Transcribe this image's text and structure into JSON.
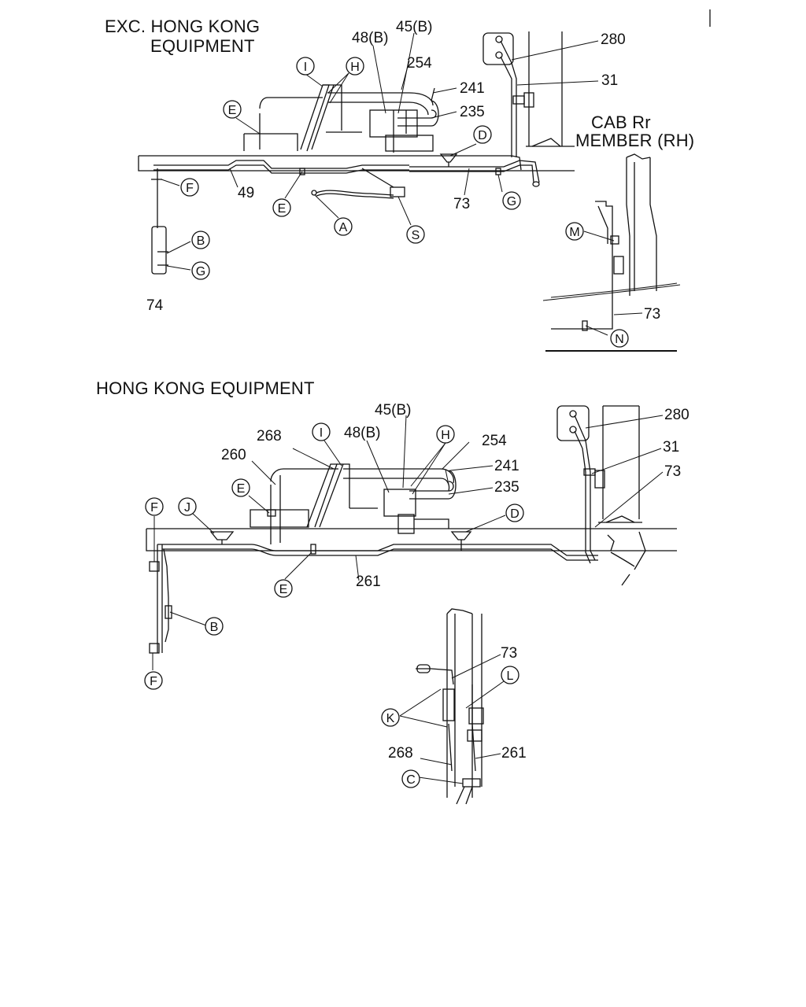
{
  "titles": {
    "exc_line1": "EXC. HONG KONG",
    "exc_line2": "EQUIPMENT",
    "hk": "HONG KONG EQUIPMENT",
    "cab_line1": "CAB Rr",
    "cab_line2": "MEMBER (RH)"
  },
  "top": {
    "numbers": {
      "n48b": "48(B)",
      "n45b": "45(B)",
      "n254": "254",
      "n241": "241",
      "n235": "235",
      "n280": "280",
      "n31": "31",
      "n49": "49",
      "n73": "73",
      "n74": "74",
      "n73b": "73"
    },
    "letters": {
      "I": "I",
      "H": "H",
      "E1": "E",
      "E2": "E",
      "D": "D",
      "F": "F",
      "A": "A",
      "S": "S",
      "G1": "G",
      "B": "B",
      "G2": "G",
      "M": "M",
      "N": "N"
    }
  },
  "bottom": {
    "numbers": {
      "n45b": "45(B)",
      "n268": "268",
      "n48b": "48(B)",
      "n254": "254",
      "n260": "260",
      "n241": "241",
      "n235": "235",
      "n280": "280",
      "n31": "31",
      "n73": "73",
      "n261": "261",
      "n73b": "73",
      "n268b": "268",
      "n261b": "261"
    },
    "letters": {
      "I": "I",
      "H": "H",
      "E1": "E",
      "D": "D",
      "F1": "F",
      "J": "J",
      "E2": "E",
      "B": "B",
      "F2": "F",
      "L": "L",
      "K": "K",
      "C": "C"
    }
  }
}
